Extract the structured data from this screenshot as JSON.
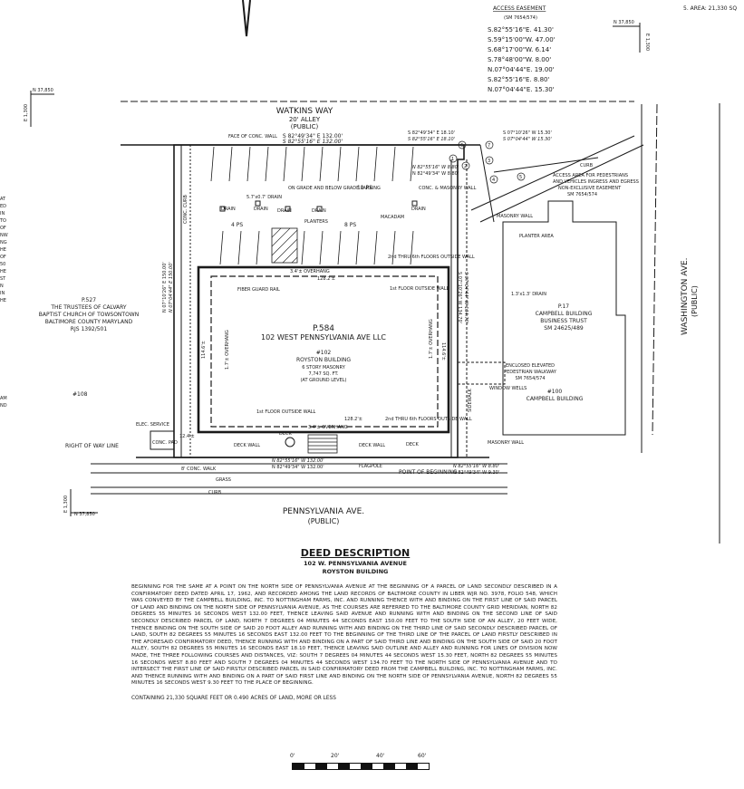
{
  "header": {
    "area_note": "5. AREA: 21,330 SQ",
    "access_easement": {
      "title": "ACCESS EASEMENT",
      "ref": "(SM 7654/574)",
      "courses": [
        {
          "num": "1",
          "text": "S.82°55'16\"E. 41.30'"
        },
        {
          "num": "2",
          "text": "S.59°15'00\"W. 47.00'"
        },
        {
          "num": "3",
          "text": "S.68°17'00\"W. 6.14'"
        },
        {
          "num": "4",
          "text": "S.78°48'00\"W. 8.00'"
        },
        {
          "num": "5",
          "text": "N.07°04'44\"E. 19.00'"
        },
        {
          "num": "6",
          "text": "S.82°55'16\"E. 8.80'"
        },
        {
          "num": "7",
          "text": "N.07°04'44\"E. 15.30'"
        }
      ]
    }
  },
  "grid": {
    "north_37850_top_right": "N 37,850",
    "north_37850_left": "N 37,850",
    "north_37850_bottom": "N 37,850",
    "east_top_right": "E 1,300",
    "east_left": "E 1,300",
    "east_bottom": "E 1,300"
  },
  "plan": {
    "watkins_way": "WATKINS WAY",
    "alley": "20' ALLEY",
    "public": "(PUBLIC)",
    "north_line_1": "S 82°49'34\" E  132.00'",
    "north_line_2": "S 82°55'16\" E  132.00'",
    "ne_line_1": "S 82°49'34\" E  18.10'",
    "ne_line_2": "S 82°55'16\" E  18.10'",
    "east_course_1": "S 07°10'26\" W  15.30'",
    "east_course_2": "S 07°04'44\" W  15.30'",
    "inner_course_1": "N 82°55'16\" W  8.80'",
    "inner_course_2": "N 82°49'34\" W  8.80'",
    "west_line_1": "N 07°10'26\" E  150.00'",
    "west_line_2": "N 07°04'44\" E  150.00'",
    "east_line_1": "S 07°10'26\" W  134.70'",
    "east_line_2": "S 07°04'44\" W  134.70'",
    "south_line_1": "N 82°55'16\" W  132.00'",
    "south_line_2": "N 82°49'34\" W  132.00'",
    "pob_line_1": "N 82°55'16\" W  8.80'",
    "pob_line_2": "N 82°49'34\" W  9.30'",
    "face_wall": "FACE OF CONC. WALL",
    "parking_11": "11 PS",
    "parking_4": "4 PS",
    "parking_8": "8 PS",
    "on_grade": "ON GRADE AND BELOW GRADE PARKING",
    "conc_masonry": "CONC. & MASONRY WALL",
    "macadam": "MACADAM",
    "planters": "PLANTERS",
    "drain_1": "DRAIN",
    "drain_2": "DRAIN",
    "drain_3": "DRAIN",
    "drain_4": "DRAIN",
    "drain_5": "DRAIN",
    "grate": "5.7'x0.7' DRAIN",
    "conc_curb": "CONC. CURB",
    "overhang_top": "3.4'± OVERHANG",
    "overhang_bottom": "3.4'± OVERHANG",
    "overhang_left": "1.7'± OVERHANG",
    "overhang_right": "1.7'± OVERHANG",
    "fiber_guard": "FIBER GUARD RAIL",
    "dim_128_top": "128.2'±",
    "dim_128_bot": "128.2'±",
    "dim_left": "114.6'±",
    "dim_right": "114.6'±",
    "floors_top": "2nd THRU 6th FLOORS OUTSIDE WALL",
    "floor1_top": "1st FLOOR OUTSIDE WALL",
    "floor1_bot": "1st FLOOR OUTSIDE WALL",
    "floors_bot": "2nd THRU 6th FLOORS OUTSIDE WALL",
    "parcel": "P.584",
    "owner": "102 WEST PENNSYLVANIA AVE LLC",
    "num102": "#102",
    "bldg_name": "ROYSTON BUILDING",
    "bldg_type": "6 STORY MASONRY",
    "bldg_area": "7,747 SQ. FT.",
    "bldg_level": "(AT GROUND LEVEL)",
    "elec_service": "ELEC. SERVICE",
    "conc_pad": "CONC. PAD",
    "deck_wall_1": "DECK WALL",
    "deck_wall_2": "DECK WALL",
    "deck_1": "DECK",
    "deck_2": "DECK",
    "flagpole": "FLAGPOLE",
    "pob": "POINT OF BEGINNING",
    "row": "RIGHT OF WAY LINE",
    "conc_walk": "8' CONC. WALK",
    "grass": "GRASS",
    "curb": "CURB",
    "curb2": "CURB",
    "dim_12": "12.4'±",
    "penn_ave": "PENNSYLVANIA AVE.",
    "penn_public": "(PUBLIC)",
    "num108": "#108",
    "adj_parcel": "P.527",
    "adj_owner_1": "THE TRUSTEES OF CALVARY",
    "adj_owner_2": "BAPTIST CHURCH OF TOWSONTOWN",
    "adj_owner_3": "BALTIMORE COUNTY MARYLAND",
    "adj_ref": "RJS 1392/501",
    "access_area_1": "ACCESS AREA FOR PEDESTRIANS",
    "access_area_2": "AND VEHICLES INGRESS AND EGRESS",
    "access_area_3": "NON-EXCLUSIVE EASEMENT",
    "access_area_4": "SM 7654/574",
    "masonry_wall_1": "MASONRY WALL",
    "masonry_wall_2": "MASONRY WALL",
    "planter_area": "PLANTER AREA",
    "drain_small": "1.3'x1.3' DRAIN",
    "campbell_parcel": "P.17",
    "campbell_1": "CAMPBELL BUILDING",
    "campbell_2": "BUSINESS TRUST",
    "campbell_ref": "SM 24625/489",
    "walkway_1": "ENCLOSED ELEVATED",
    "walkway_2": "PEDESTRIAN WALKWAY",
    "walkway_ref": "SM 7654/574",
    "campbell_num": "#100",
    "campbell_name": "CAMPBELL BUILDING",
    "window_wells": "WINDOW WELLS",
    "washington": "WASHINGTON AVE.",
    "washington_public": "(PUBLIC)",
    "sidewalk": "SIDEWALK",
    "left_margin_1": "AT",
    "left_margin_2": "ED",
    "left_margin_3": "IN",
    "left_margin_4": "TO",
    "left_margin_5": "OF",
    "left_margin_6": "NW",
    "left_margin_7": "NG",
    "left_margin_8": "HE",
    "left_margin_9": "OF",
    "left_margin_10": "50",
    "left_margin_11": "HE",
    "left_margin_12": "ST",
    "left_margin_13": "N",
    "left_margin_14": "IN",
    "left_margin_15": "HE",
    "left_margin_16": "AM",
    "left_margin_17": "ND",
    "circle_1": "1",
    "circle_2": "2",
    "circle_3": "3",
    "circle_4": "4",
    "circle_5": "5",
    "circle_6": "6",
    "circle_7": "7"
  },
  "deed": {
    "title": "DEED DESCRIPTION",
    "subtitle_1": "102 W. PENNSYLVANIA AVENUE",
    "subtitle_2": "ROYSTON BUILDING",
    "body": "BEGINNING FOR THE SAME AT A POINT ON THE NORTH SIDE OF PENNSYLVANIA AVENUE AT THE BEGINNING OF A PARCEL OF LAND SECONDLY DESCRIBED IN A CONFIRMATORY DEED DATED APRIL 17, 1962, AND RECORDED AMONG THE LAND RECORDS OF BALTIMORE COUNTY IN LIBER WJR NO. 3978, FOLIO 548, WHICH WAS CONVEYED BY THE CAMPBELL BUILDING, INC. TO NOTTINGHAM FARMS, INC. AND RUNNING THENCE WITH AND BINDING ON THE FIRST LINE OF SAID PARCEL OF LAND AND BINDING ON THE NORTH SIDE OF PENNSYLVANIA AVENUE, AS THE COURSES ARE REFERRED TO THE BALTIMORE COUNTY GRID MERIDIAN, NORTH 82 DEGREES 55 MINUTES 16 SECONDS WEST 132.00 FEET, THENCE LEAVING SAID AVENUE AND RUNNING WITH AND BINDING ON THE SECOND LINE OF SAID SECONDLY DESCRIBED PARCEL OF LAND, NORTH 7 DEGREES 04 MINUTES 44 SECONDS EAST 150.00 FEET TO THE SOUTH SIDE OF AN ALLEY, 20 FEET WIDE, THENCE BINDING ON THE SOUTH SIDE OF SAID 20 FOOT ALLEY AND RUNNING WITH AND BINDING ON THE THIRD LINE OF SAID SECONDLY DESCRIBED PARCEL OF LAND, SOUTH 82 DEGREES 55 MINUTES 16 SECONDS EAST 132.00 FEET TO THE BEGINNING OF THE THIRD LINE OF THE PARCEL OF LAND FIRSTLY DESCRIBED IN THE AFORESAID CONFIRMATORY DEED, THENCE RUNNING WITH AND BINDING ON A PART OF SAID THIRD LINE AND BINDING ON THE SOUTH SIDE OF SAID 20 FOOT ALLEY, SOUTH 82 DEGREES 55 MINUTES 16 SECONDS EAST 18.10 FEET, THENCE LEAVING SAID OUTLINE AND ALLEY AND RUNNING FOR LINES OF DIVISION NOW MADE, THE THREE FOLLOWING COURSES AND DISTANCES, VIZ: SOUTH 7 DEGREES 04 MINUTES 44 SECONDS WEST 15.30 FEET, NORTH 82 DEGREES 55 MINUTES 16 SECONDS WEST 8.80 FEET AND SOUTH 7 DEGREES 04 MINUTES 44 SECONDS WEST 134.70 FEET TO THE NORTH SIDE OF PENNSYLVANIA AVENUE AND TO INTERSECT THE FIRST LINE OF SAID FIRSTLY DESCRIBED PARCEL IN SAID CONFIRMATORY DEED FROM THE CAMPBELL BUILDING, INC. TO NOTTINGHAM FARMS, INC. AND THENCE RUNNING WITH AND BINDING ON A PART OF SAID FIRST LINE AND BINDING ON THE NORTH SIDE OF PENNSYLVANIA AVENUE, NORTH 82 DEGREES 55 MINUTES 16 SECONDS WEST 9.30 FEET TO THE PLACE OF BEGINNING.",
    "containing": "CONTAINING 21,330 SQUARE FEET OR 0.490 ACRES OF LAND, MORE OR LESS"
  },
  "scale_bar": {
    "labels": [
      "0'",
      "20'",
      "40'",
      "60'"
    ]
  }
}
